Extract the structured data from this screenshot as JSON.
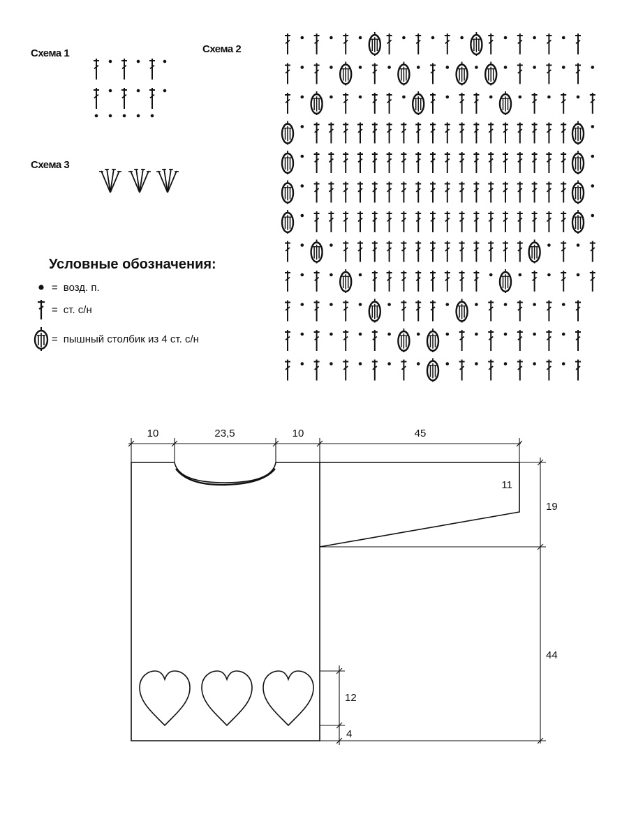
{
  "schemes": {
    "scheme1_label": "Схема 1",
    "scheme2_label": "Схема 2",
    "scheme3_label": "Схема 3"
  },
  "legend": {
    "title": "Условные обозначения:",
    "items": [
      {
        "symbol": "chain-dot",
        "equals": "=",
        "text": "возд. п."
      },
      {
        "symbol": "double-crochet",
        "equals": "=",
        "text": "ст. с/н"
      },
      {
        "symbol": "puff-stitch",
        "equals": "=",
        "text": "пышный столбик из 4 ст. с/н"
      }
    ]
  },
  "pattern2": {
    "rows": [
      "T.T.T.P|T.T.T.P|T.T.T.T",
      "T.T.P.T.P.T.P.P.T.T.T.T",
      "T.P.T.TT.PT.TT.P.T.T.T",
      "P.TTTTTTTTTTTTTTTTTTP.T",
      "P.TTTTTTTTTTTTTTTTTTP.T",
      "P.TTTTTTTTTTTTTTTTTTP.T",
      "P.TTTTTTTTTTTTTTTTTTP.T",
      "T.P.TTTTTTTTTTTTTP.T.T",
      "T.T.P.TTTTTTTT.P.T.T.T",
      "T.T.T.P.TTT.P.T.T.T.T",
      "T.T.T.T.P.P.T.T.T.T.T",
      "T.T.T.T.T.P.T.T.T.T.T"
    ]
  },
  "schematic": {
    "dim_neck_left": "10",
    "dim_neck_width": "23,5",
    "dim_neck_right": "10",
    "dim_sleeve_length": "45",
    "dim_sleeve_cuff": "11",
    "dim_armhole_depth": "19",
    "dim_body_length": "44",
    "dim_hearts_height": "12",
    "dim_hem": "4"
  },
  "colors": {
    "ink": "#111111",
    "paper": "#ffffff"
  }
}
